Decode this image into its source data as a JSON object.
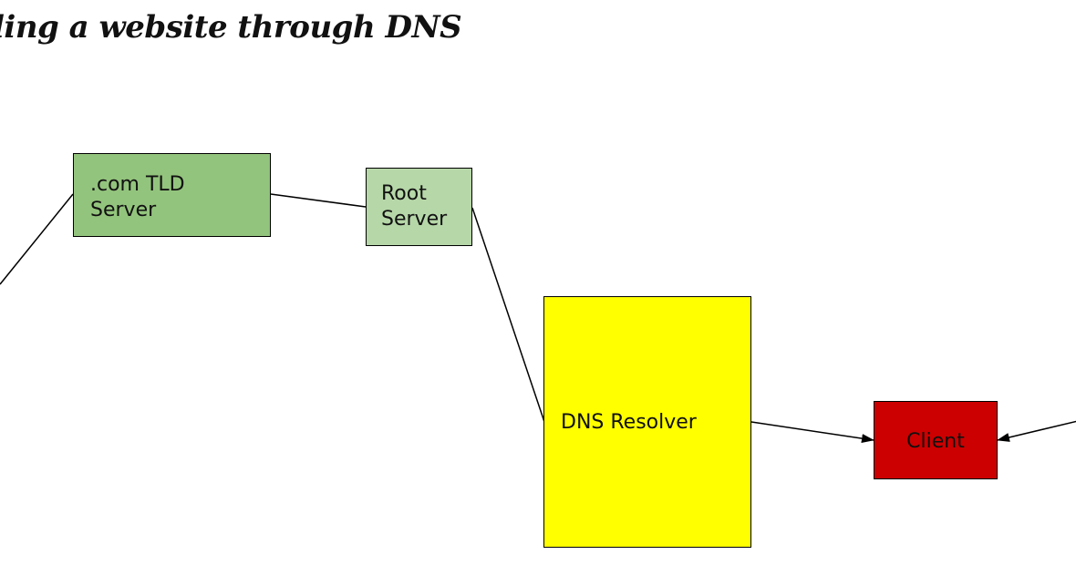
{
  "diagram": {
    "title": "ling a website through DNS",
    "nodes": {
      "tld": {
        "label": ".com TLD\nServer",
        "color": "#93c47d"
      },
      "root": {
        "label": "Root\nServer",
        "color": "#b6d7a8"
      },
      "resolver": {
        "label": "DNS Resolver",
        "color": "#ffff00"
      },
      "client": {
        "label": "Client",
        "color": "#cc0000"
      }
    },
    "edges": [
      {
        "from": "offscreen-left",
        "to": "tld",
        "arrow": "none"
      },
      {
        "from": "tld",
        "to": "root",
        "arrow": "none"
      },
      {
        "from": "root",
        "to": "resolver",
        "arrow": "none"
      },
      {
        "from": "resolver",
        "to": "client",
        "arrow": "both"
      },
      {
        "from": "offscreen-right",
        "to": "client",
        "arrow": "end"
      }
    ]
  }
}
